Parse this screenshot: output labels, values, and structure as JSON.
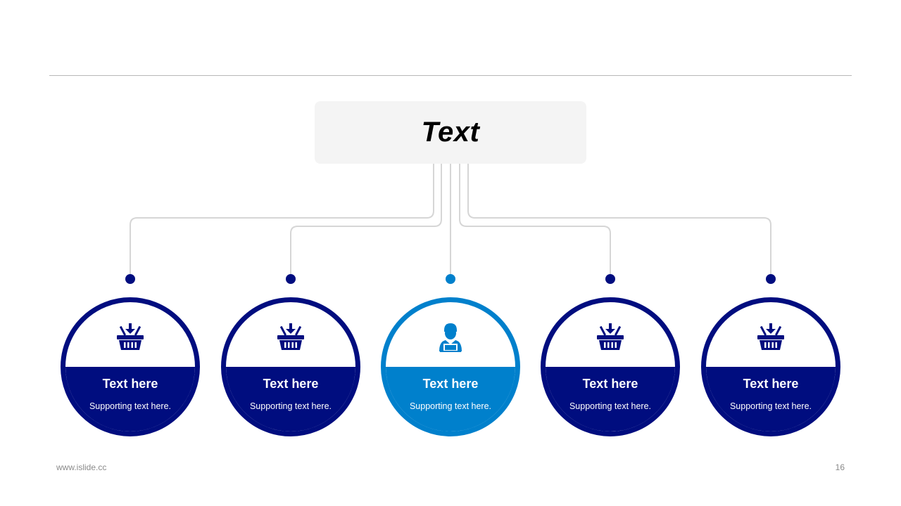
{
  "root": {
    "label": "Text"
  },
  "colors": {
    "dark": "#000d7f",
    "accent": "#0080cc",
    "line": "#d6d6d6",
    "box": "#f4f4f4"
  },
  "nodes": [
    {
      "title": "Text here",
      "subtitle": "Supporting text here.",
      "icon": "shopping-basket-icon",
      "highlight": false
    },
    {
      "title": "Text here",
      "subtitle": "Supporting text here.",
      "icon": "shopping-basket-icon",
      "highlight": false
    },
    {
      "title": "Text here",
      "subtitle": "Supporting text here.",
      "icon": "person-laptop-icon",
      "highlight": true
    },
    {
      "title": "Text here",
      "subtitle": "Supporting text here.",
      "icon": "shopping-basket-icon",
      "highlight": false
    },
    {
      "title": "Text here",
      "subtitle": "Supporting text here.",
      "icon": "shopping-basket-icon",
      "highlight": false
    }
  ],
  "footer": {
    "website": "www.islide.cc",
    "page_number": "16"
  }
}
